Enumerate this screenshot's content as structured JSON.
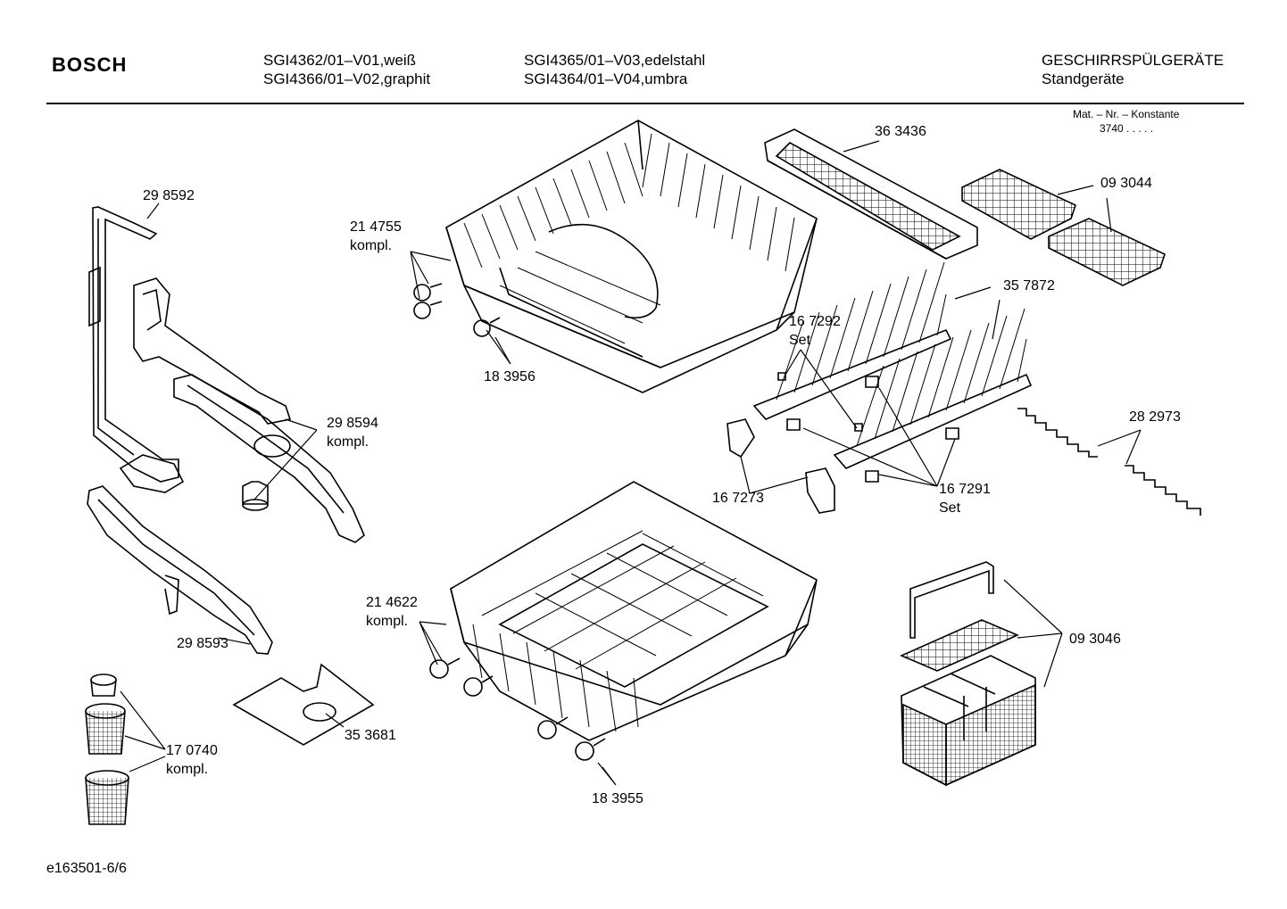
{
  "header": {
    "brand": "BOSCH",
    "models_col1": [
      "SGI4362/01–V01,weiß",
      "SGI4366/01–V02,graphit"
    ],
    "models_col2": [
      "SGI4365/01–V03,edelstahl",
      "SGI4364/01–V04,umbra"
    ],
    "category": "GESCHIRRSPÜLGERÄTE",
    "subcategory": "Standgeräte",
    "mat_label": "Mat. – Nr. – Konstante",
    "mat_value": "3740  .   .   .   .  ."
  },
  "parts": {
    "p298592": "29 8592",
    "p214755_a": "21 4755",
    "p214755_b": "kompl.",
    "p183956": "18 3956",
    "p363436": "36 3436",
    "p093044": "09 3044",
    "p357872": "35 7872",
    "p167292_a": "16 7292",
    "p167292_b": "Set",
    "p298594_a": "29 8594",
    "p298594_b": "kompl.",
    "p282973": "28 2973",
    "p167273": "16 7273",
    "p167291_a": "16 7291",
    "p167291_b": "Set",
    "p214622_a": "21 4622",
    "p214622_b": "kompl.",
    "p298593": "29 8593",
    "p093046": "09 3046",
    "p353681": "35 3681",
    "p170740_a": "17 0740",
    "p170740_b": "kompl.",
    "p183955": "18 3955"
  },
  "footer": {
    "doc_id": "e163501-6/6"
  }
}
